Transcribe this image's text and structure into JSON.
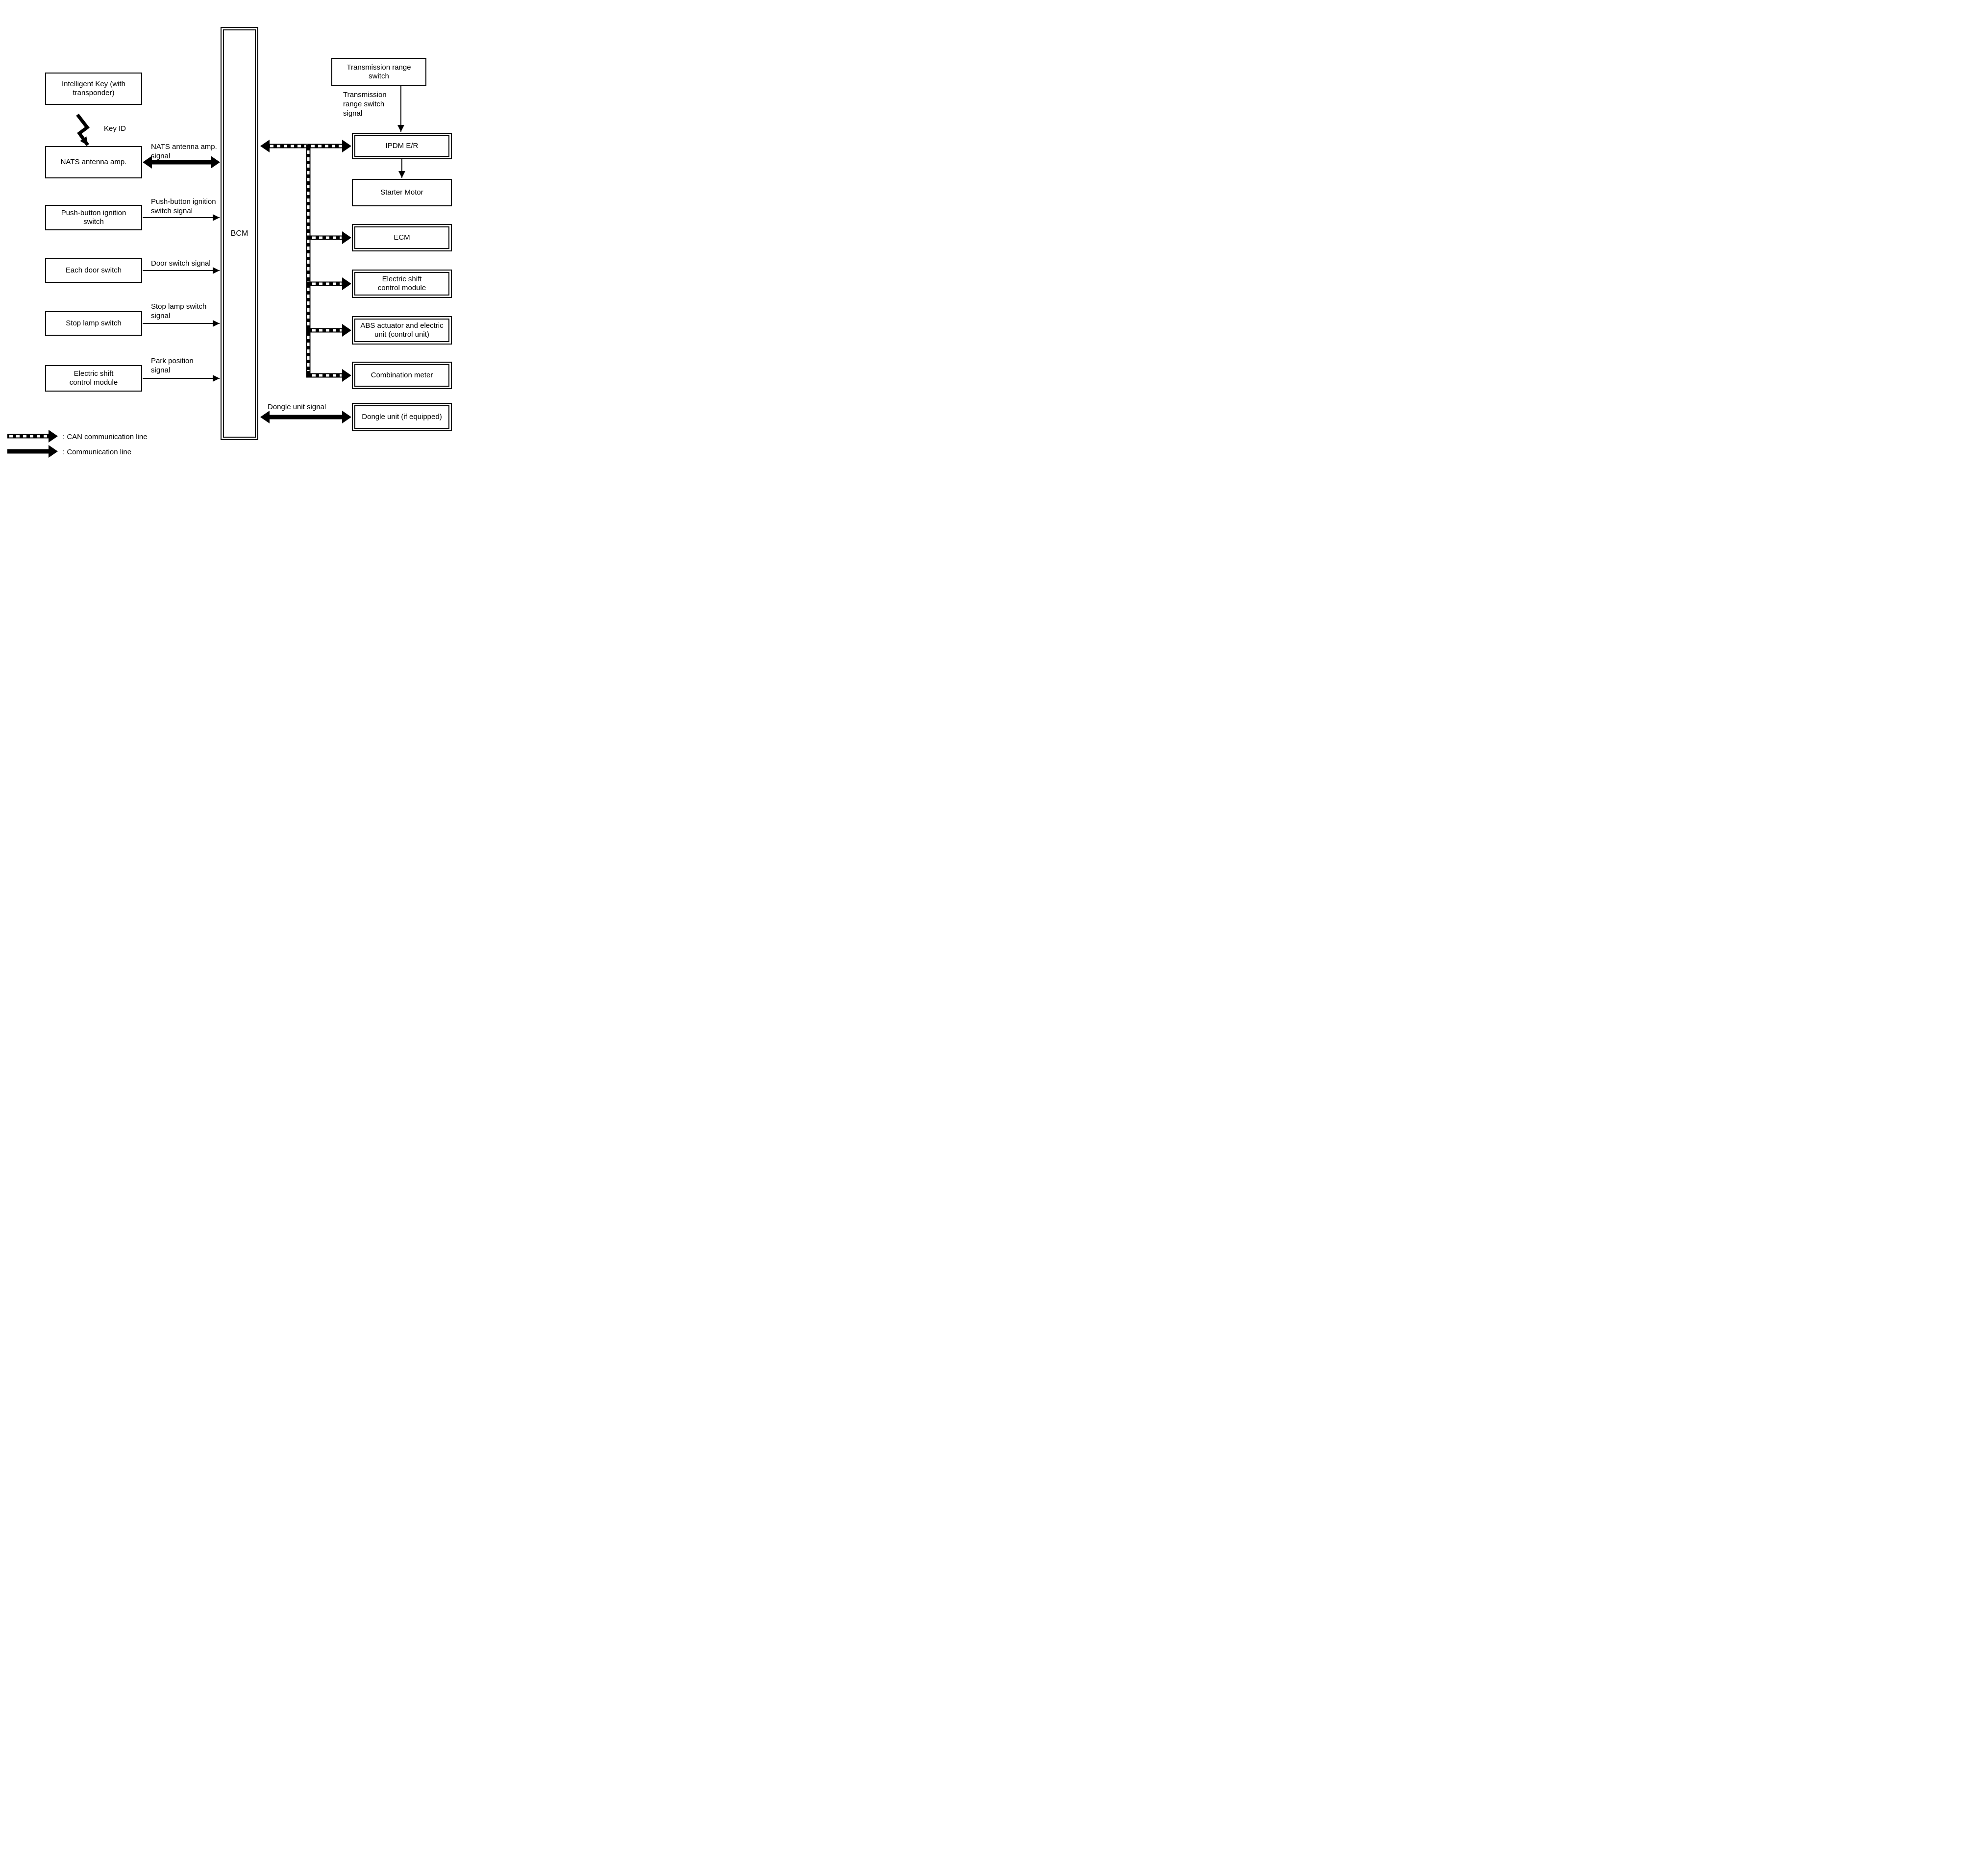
{
  "colors": {
    "line": "#000000",
    "background": "#ffffff"
  },
  "boxes": {
    "intelligent_key": {
      "line1": "Intelligent Key (with",
      "line2": "transponder)"
    },
    "nats": {
      "line1": "NATS antenna amp."
    },
    "push": {
      "line1": "Push-button ignition",
      "line2": "switch"
    },
    "door": {
      "line1": "Each door switch"
    },
    "stop": {
      "line1": "Stop lamp switch"
    },
    "shift": {
      "line1": "Electric shift",
      "line2": "control module"
    },
    "bcm": {
      "line1": "BCM"
    },
    "trs": {
      "line1": "Transmission range",
      "line2": "switch"
    },
    "ipdm": {
      "line1": "IPDM E/R"
    },
    "starter": {
      "line1": "Starter Motor"
    },
    "ecm": {
      "line1": "ECM"
    },
    "escm": {
      "line1": "Electric shift",
      "line2": "control module"
    },
    "abs": {
      "line1": "ABS actuator and electric",
      "line2": "unit (control unit)"
    },
    "comb": {
      "line1": "Combination meter"
    },
    "dongle": {
      "line1": "Dongle unit (if equipped)"
    }
  },
  "labels": {
    "key_id": "Key ID",
    "nats_signal": {
      "line1": "NATS antenna amp.",
      "line2": "signal"
    },
    "push_signal": {
      "line1": "Push-button ignition",
      "line2": "switch signal"
    },
    "door_signal": "Door switch signal",
    "stop_signal": {
      "line1": "Stop lamp switch",
      "line2": "signal"
    },
    "park_signal": {
      "line1": "Park position",
      "line2": "signal"
    },
    "trs_signal": {
      "line1": "Transmission",
      "line2": "range switch",
      "line3": "signal"
    },
    "dongle_signal": "Dongle unit signal"
  },
  "legend": {
    "can": ": CAN communication line",
    "comm": ": Communication line"
  }
}
